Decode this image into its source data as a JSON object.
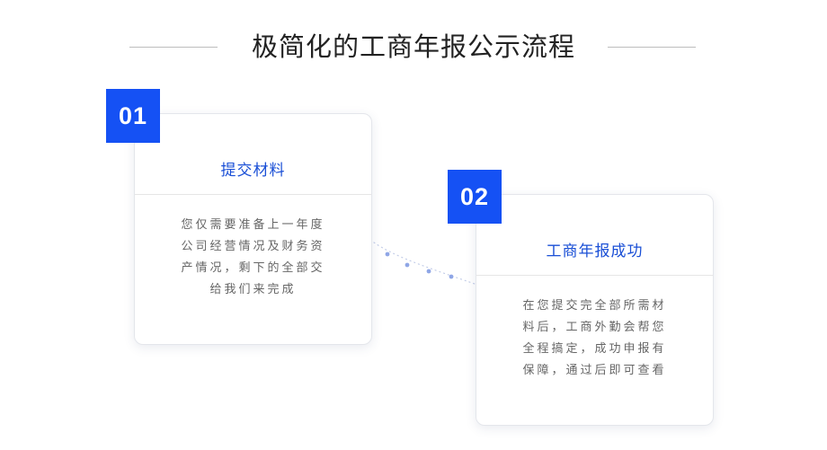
{
  "header": {
    "title": "极简化的工商年报公示流程"
  },
  "steps": [
    {
      "number": "01",
      "title": "提交材料",
      "lines": [
        "您仅需要准备上一年度",
        "公司经营情况及财务资",
        "产情况，剩下的全部交",
        "给我们来完成"
      ]
    },
    {
      "number": "02",
      "title": "工商年报成功",
      "lines": [
        "在您提交完全部所需材",
        "料后，工商外勤会帮您",
        "全程搞定，成功申报有",
        "保障，通过后即可查看"
      ]
    }
  ],
  "colors": {
    "accent": "#1551f4",
    "title_blue": "#1a4fd6",
    "text_gray": "#666666",
    "connector_dot": "#8fa6e6"
  }
}
